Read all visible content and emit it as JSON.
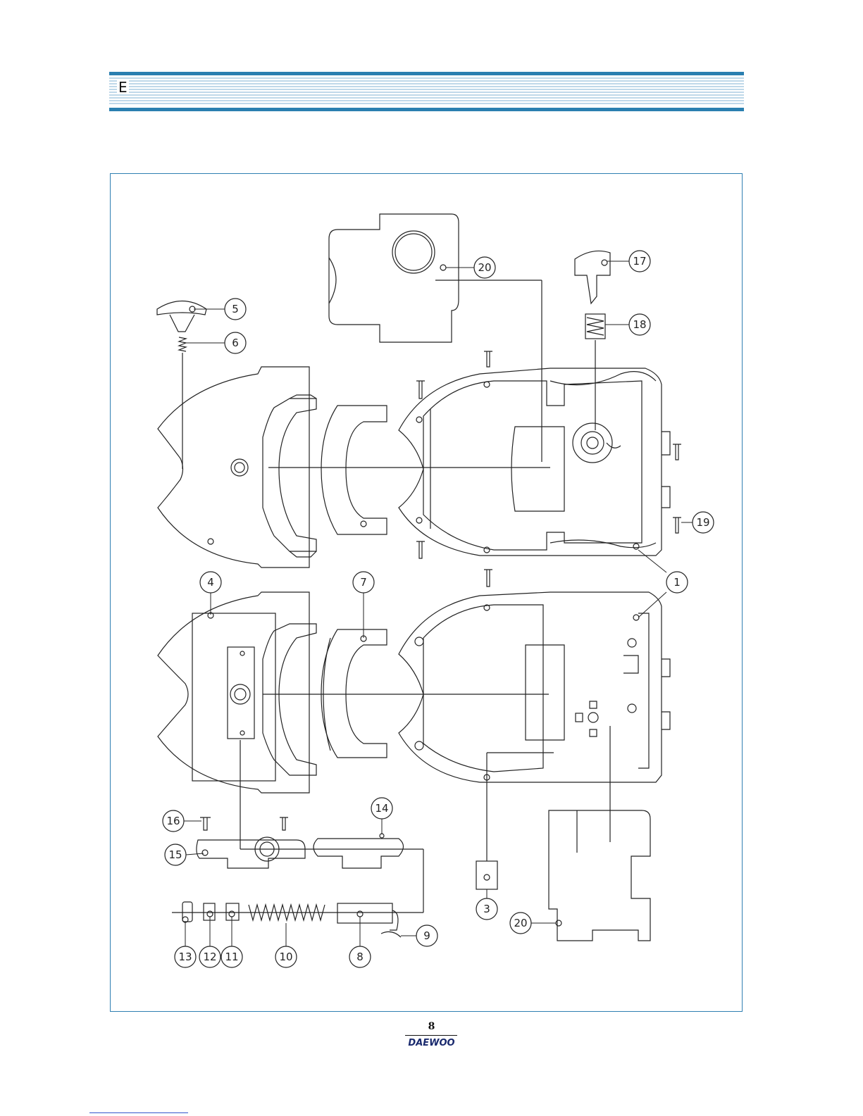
{
  "header": {
    "letter": "E",
    "band_color": "#2a7fb0"
  },
  "diagram": {
    "frame_color": "#2f7fb2",
    "line_color": "#222222",
    "part_labels": [
      "20",
      "17",
      "5",
      "18",
      "6",
      "19",
      "4",
      "7",
      "1",
      "14",
      "16",
      "15",
      "3",
      "20",
      "9",
      "13",
      "12",
      "11",
      "10",
      "8"
    ]
  },
  "footer": {
    "page_number": "8",
    "brand": "DAEWOO",
    "brand_color": "#1a2a6e"
  }
}
